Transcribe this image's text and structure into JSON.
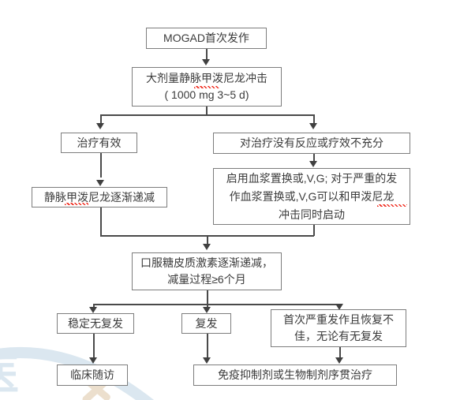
{
  "diagram": {
    "type": "flowchart",
    "language": "zh-CN",
    "topic": "MOGAD first-attack treatment algorithm"
  },
  "nodes": {
    "first_attack": {
      "label": "MOGAD首次发作"
    },
    "ivmp_pulse": {
      "line1": "大剂量静脉甲泼尼龙冲击",
      "line2": "( 1000 mg 3~5 d)"
    },
    "effective": {
      "label": "治疗有效"
    },
    "no_response": {
      "label": "对治疗没有反应或疗效不充分"
    },
    "iv_taper": {
      "label": "静脉甲泼尼龙逐渐递减"
    },
    "plex": {
      "line1": "启用血浆置换或,V,G; 对于严重的发",
      "line2": "作血浆置换或,V,G可以和甲泼尼龙",
      "line3": "冲击同时启动"
    },
    "oral_taper": {
      "line1": "口服糖皮质激素逐渐递减，",
      "line2": "减量过程≥6个月"
    },
    "stable": {
      "label": "稳定无复发"
    },
    "relapse": {
      "label": "复发"
    },
    "severe": {
      "line1": "首次严重发作且恢复不",
      "line2": "佳，无论有无复发"
    },
    "followup": {
      "label": "临床随访"
    },
    "ist": {
      "label": "免疫抑制剂或生物制剂序贯治疗"
    }
  },
  "watermark": {
    "glyph": "医"
  },
  "colors": {
    "box_border": "#7d7d7d",
    "text": "#3b3b3b",
    "arrow": "#404040",
    "spellcheck_red": "#f02b1e",
    "watermark_blue": "#dbe7f0",
    "watermark_tan": "#ecdfcd",
    "background": "#ffffff"
  }
}
